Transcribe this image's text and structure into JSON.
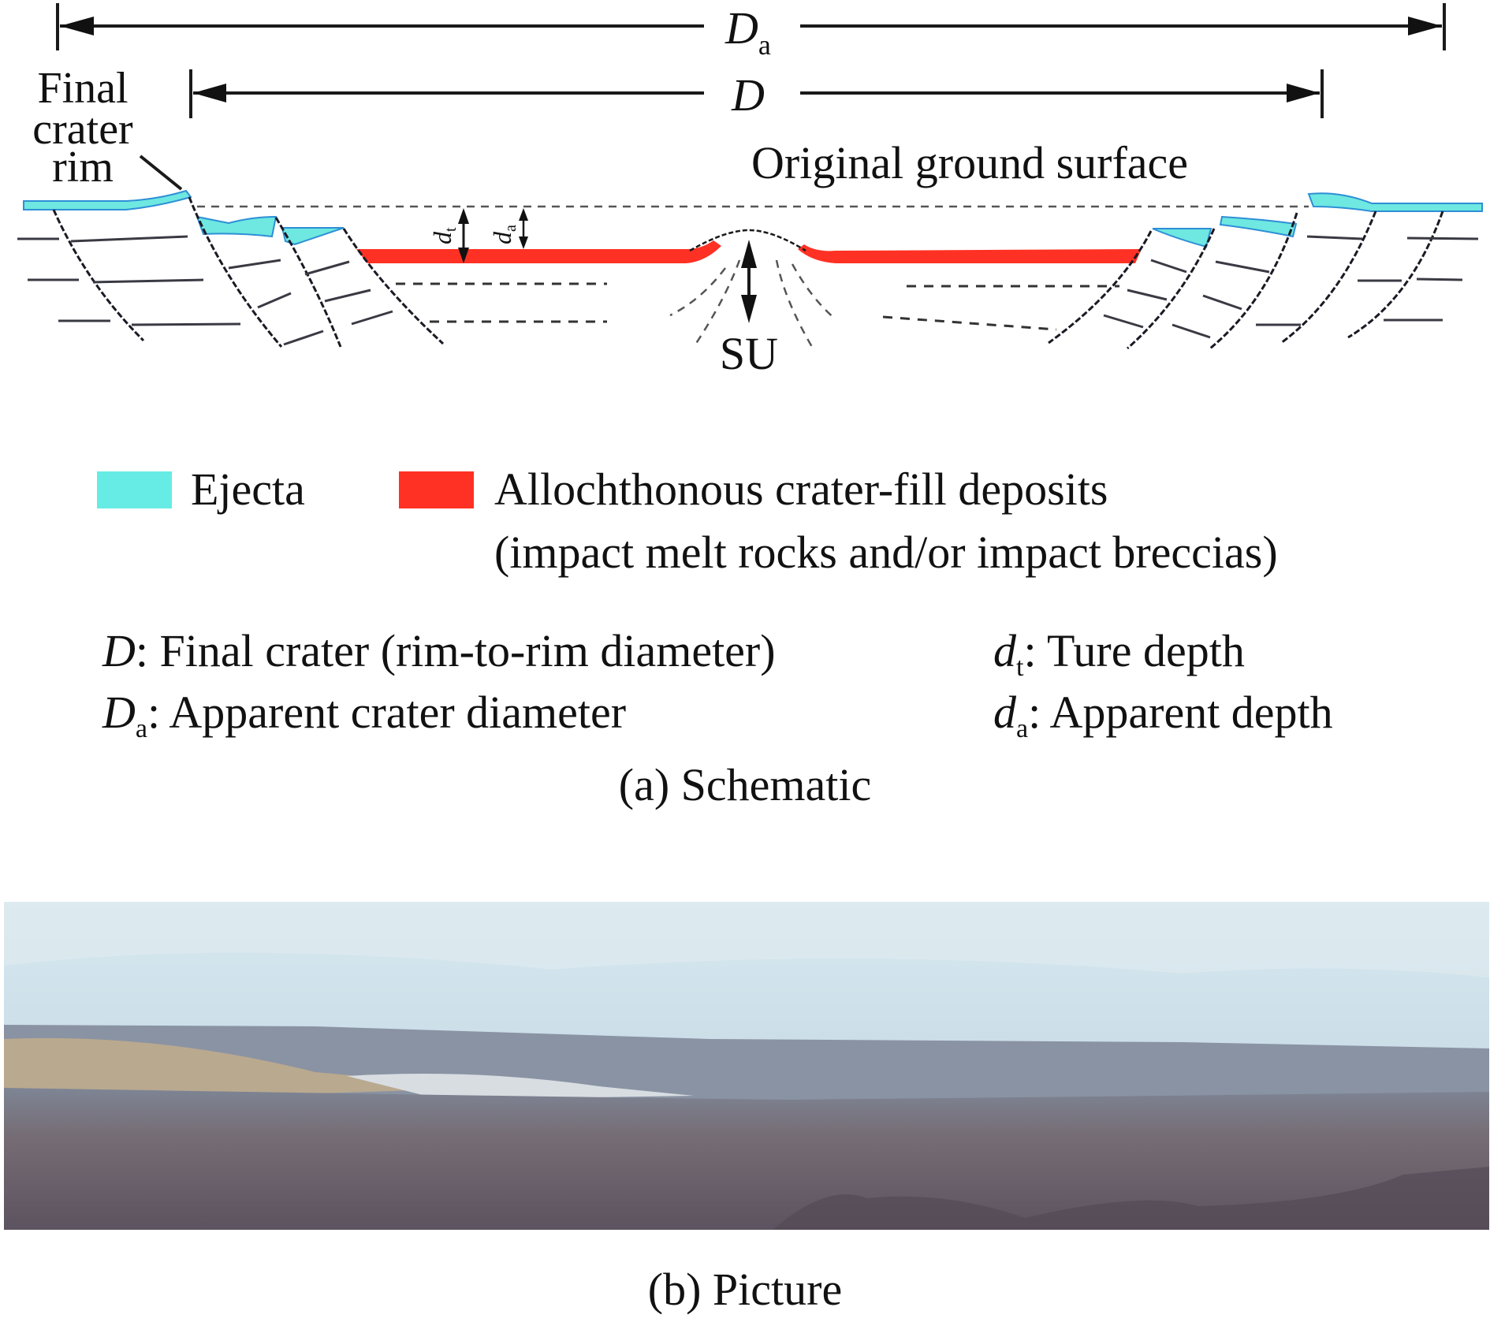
{
  "figure": {
    "dimensions": {
      "apparent_diameter_symbol": "D",
      "apparent_diameter_subscript": "a",
      "final_diameter_symbol": "D"
    },
    "labels": {
      "rim_line1": "Final",
      "rim_line2": "crater",
      "rim_line3": "rim",
      "ground_surface": "Original ground surface",
      "true_depth_symbol": "d",
      "true_depth_subscript": "t",
      "apparent_depth_symbol": "d",
      "apparent_depth_subscript": "a",
      "su": "SU"
    },
    "legend": [
      {
        "label": "Ejecta",
        "color": "#66ebe5"
      },
      {
        "label": "Allochthonous crater-fill deposits",
        "label_line2": "(impact melt rocks and/or impact breccias)",
        "color": "#ff3124"
      }
    ],
    "definitions": {
      "D": {
        "symbol": "D",
        "subscript": "",
        "text": ": Final crater (rim-to-rim diameter)"
      },
      "Da": {
        "symbol": "D",
        "subscript": "a",
        "text": ": Apparent crater diameter"
      },
      "dt": {
        "symbol": "d",
        "subscript": "t",
        "text": ": Ture depth"
      },
      "da": {
        "symbol": "d",
        "subscript": "a",
        "text": ": Apparent depth"
      }
    },
    "caption_a": "(a) Schematic",
    "caption_b": "(b) Picture",
    "colors": {
      "ejecta": "#66ebe5",
      "fill_deposits": "#ff3124",
      "sky": "#d3e6ee",
      "ground": "#6f6670"
    }
  }
}
